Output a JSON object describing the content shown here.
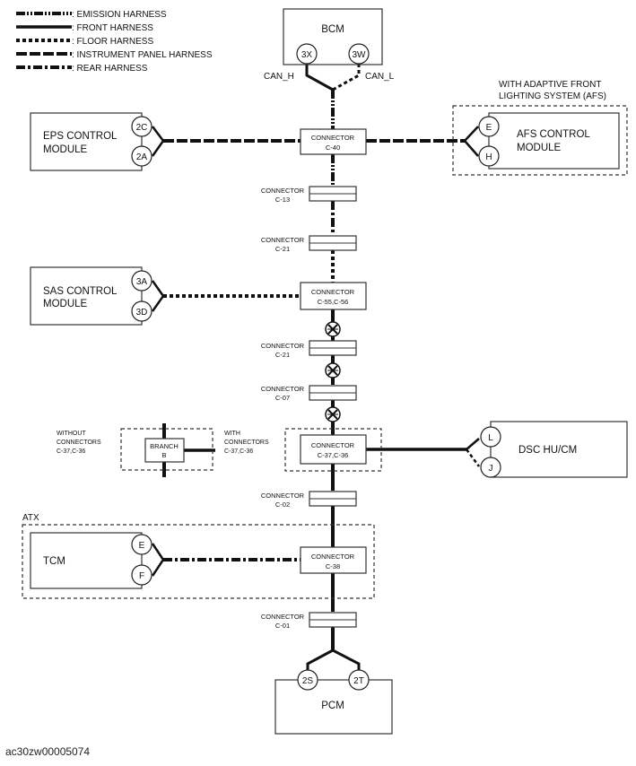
{
  "legend": [
    {
      "label": ": EMISSION HARNESS",
      "style": "emission"
    },
    {
      "label": ": FRONT HARNESS",
      "style": "front"
    },
    {
      "label": ": FLOOR HARNESS",
      "style": "floor"
    },
    {
      "label": ": INSTRUMENT PANEL HARNESS",
      "style": "instrument"
    },
    {
      "label": ": REAR HARNESS",
      "style": "rear"
    }
  ],
  "modules": {
    "bcm": {
      "label": "BCM",
      "pins": [
        "3X",
        "3W"
      ],
      "signals": [
        "CAN_H",
        "CAN_L"
      ]
    },
    "eps": {
      "label_line1": "EPS CONTROL",
      "label_line2": "MODULE",
      "pins": [
        "2C",
        "2A"
      ]
    },
    "afs": {
      "label_line1": "AFS CONTROL",
      "label_line2": "MODULE",
      "pins": [
        "E",
        "H"
      ],
      "note_line1": "WITH ADAPTIVE FRONT",
      "note_line2": "LIGHTING SYSTEM (AFS)"
    },
    "sas": {
      "label_line1": "SAS CONTROL",
      "label_line2": "MODULE",
      "pins": [
        "3A",
        "3D"
      ]
    },
    "dsc": {
      "label": "DSC HU/CM",
      "pins": [
        "L",
        "J"
      ]
    },
    "tcm": {
      "label": "TCM",
      "pins": [
        "E",
        "F"
      ],
      "group_label": "ATX"
    },
    "pcm": {
      "label": "PCM",
      "pins": [
        "2S",
        "2T"
      ]
    }
  },
  "connectors": {
    "c40": {
      "line1": "CONNECTOR",
      "line2": "C-40"
    },
    "c13": {
      "line1": "CONNECTOR",
      "line2": "C-13"
    },
    "c21a": {
      "line1": "CONNECTOR",
      "line2": "C-21"
    },
    "c5556": {
      "line1": "CONNECTOR",
      "line2": "C-55,C-56"
    },
    "c21b": {
      "line1": "CONNECTOR",
      "line2": "C-21"
    },
    "c07": {
      "line1": "CONNECTOR",
      "line2": "C-07"
    },
    "c3736": {
      "line1": "CONNECTOR",
      "line2": "C-37,C-36"
    },
    "c02": {
      "line1": "CONNECTOR",
      "line2": "C-02"
    },
    "c38": {
      "line1": "CONNECTOR",
      "line2": "C-38"
    },
    "c01": {
      "line1": "CONNECTOR",
      "line2": "C-01"
    }
  },
  "branch": {
    "line1": "BRANCH",
    "line2": "B",
    "without_line1": "WITHOUT",
    "without_line2": "CONNECTORS",
    "without_line3": "C-37,C-36",
    "with_line1": "WITH",
    "with_line2": "CONNECTORS",
    "with_line3": "C-37,C-36"
  },
  "footer_code": "ac30zw00005074"
}
